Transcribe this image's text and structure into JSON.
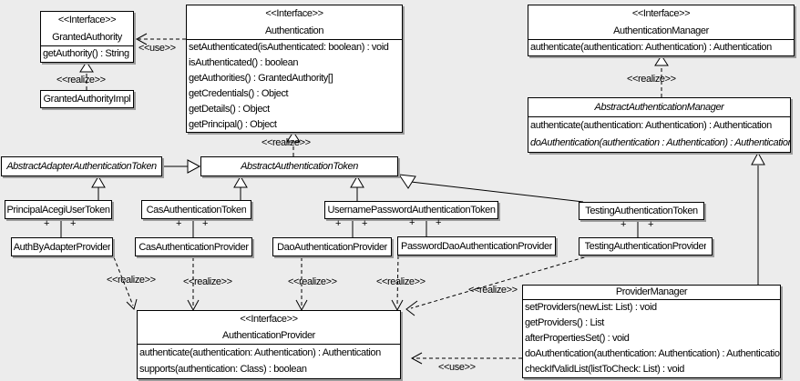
{
  "labels": {
    "interface": "<<Interface>>",
    "use": "<<use>>",
    "realize": "<<realize>>",
    "plus": "+"
  },
  "classes": {
    "granted_authority": {
      "name": "GrantedAuthority",
      "methods": [
        "getAuthority() : String"
      ]
    },
    "granted_authority_impl": {
      "name": "GrantedAuthorityImpl"
    },
    "authentication": {
      "name": "Authentication",
      "methods": [
        "setAuthenticated(isAuthenticated: boolean) : void",
        "isAuthenticated() : boolean",
        "getAuthorities() : GrantedAuthority[]",
        "getCredentials() : Object",
        "getDetails() : Object",
        "getPrincipal() : Object"
      ]
    },
    "authentication_manager": {
      "name": "AuthenticationManager",
      "methods": [
        "authenticate(authentication: Authentication) : Authentication"
      ]
    },
    "abstract_authentication_manager": {
      "name": "AbstractAuthenticationManager",
      "methods": [
        "authenticate(authentication: Authentication) : Authentication",
        "doAuthentication(authentication : Authentication) : Authentication"
      ]
    },
    "abstract_adapter_authentication_token": {
      "name": "AbstractAdapterAuthenticationToken"
    },
    "abstract_authentication_token": {
      "name": "AbstractAuthenticationToken"
    },
    "principal_acegi_user_token": {
      "name": "PrincipalAcegiUserToken"
    },
    "cas_authentication_token": {
      "name": "CasAuthenticationToken"
    },
    "username_password_authentication_token": {
      "name": "UsernamePasswordAuthenticationToken"
    },
    "testing_authentication_token": {
      "name": "TestingAuthenticationToken"
    },
    "auth_by_adapter_provider": {
      "name": "AuthByAdapterProvider"
    },
    "cas_authentication_provider": {
      "name": "CasAuthenticationProvider"
    },
    "dao_authentication_provider": {
      "name": "DaoAuthenticationProvider"
    },
    "password_dao_authentication_provider": {
      "name": "PasswordDaoAuthenticationProvider"
    },
    "testing_authentication_provider": {
      "name": "TestingAuthenticationProvider"
    },
    "authentication_provider": {
      "name": "AuthenticationProvider",
      "methods": [
        "authenticate(authentication: Authentication) : Authentication",
        "supports(authentication: Class) : boolean"
      ]
    },
    "provider_manager": {
      "name": "ProviderManager",
      "methods": [
        "setProviders(newList: List) : void",
        "getProviders() : List",
        "afterPropertiesSet() : void",
        "doAuthentication(authentication: Authentication) : Authentication",
        "checkIfValidList(listToCheck: List) : void"
      ]
    }
  }
}
